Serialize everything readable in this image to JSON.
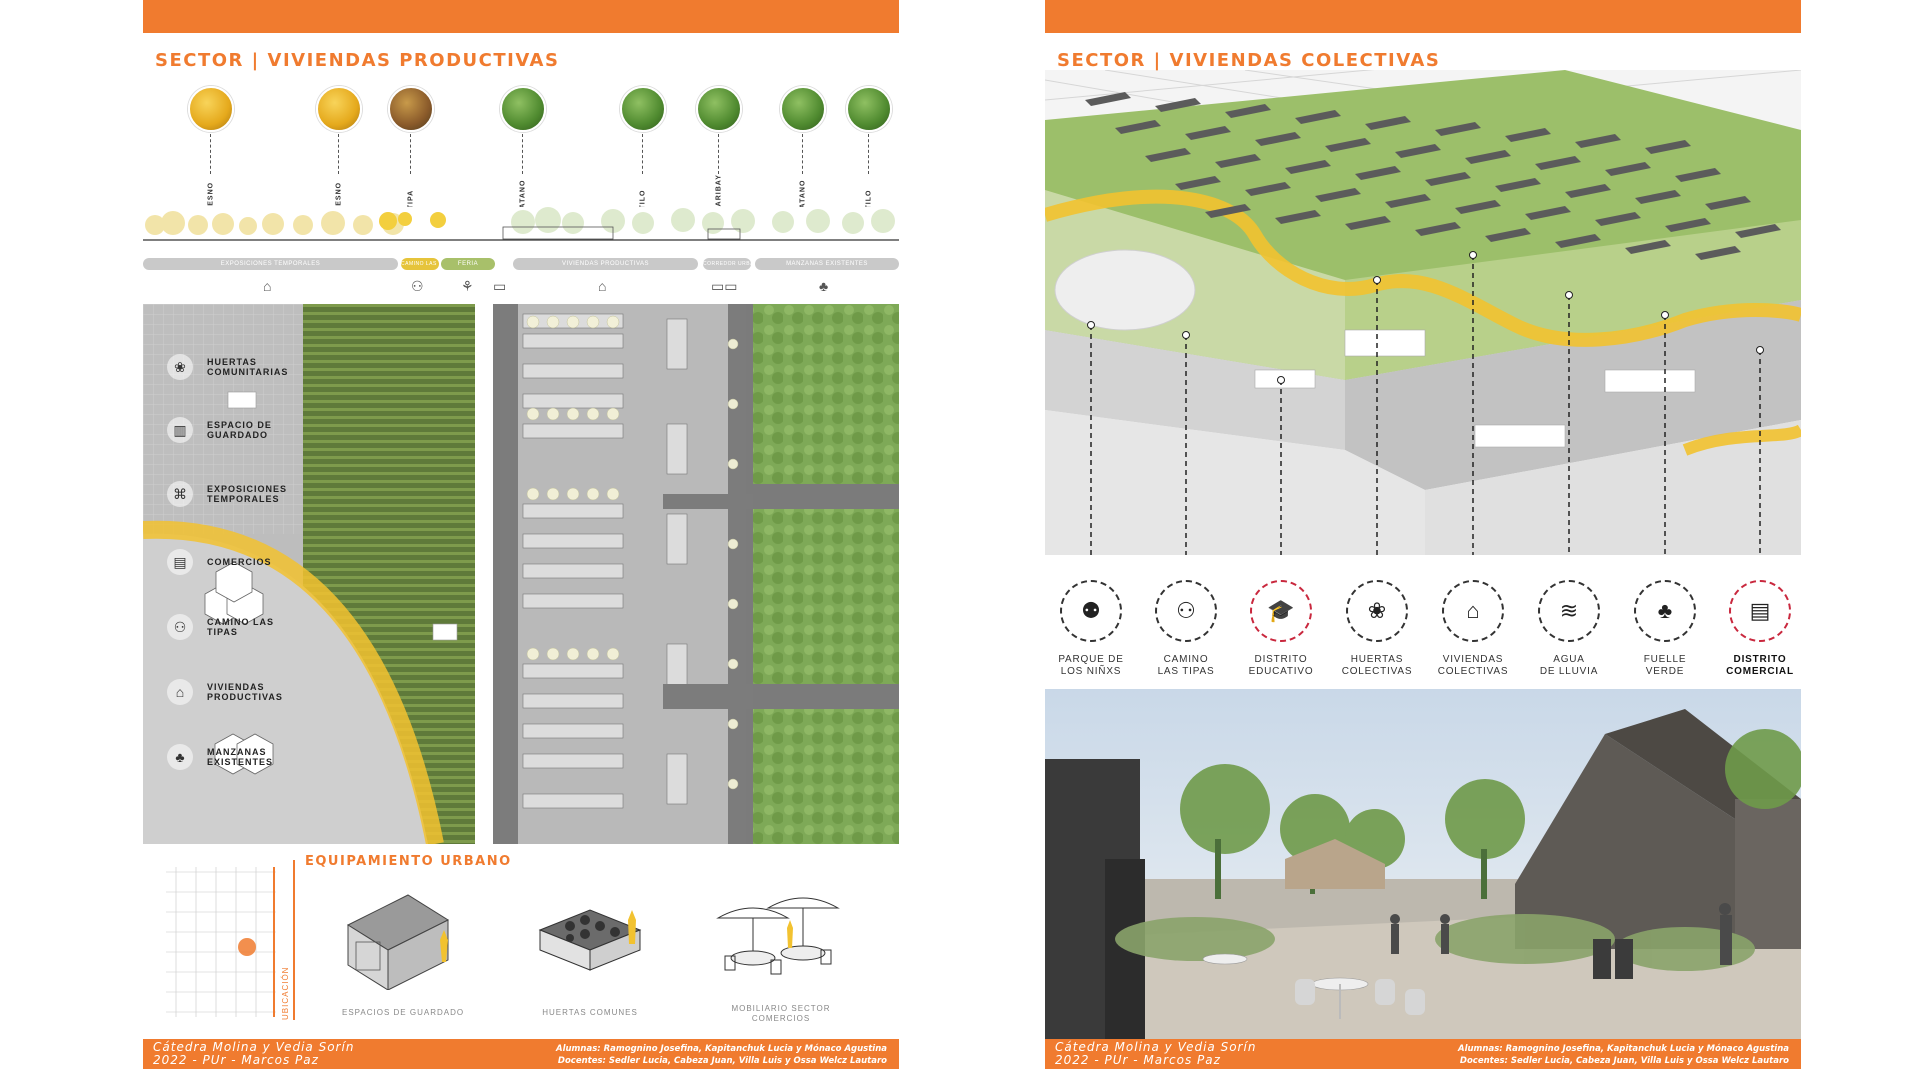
{
  "left_sheet": {
    "title": "SECTOR | VIVIENDAS PRODUCTIVAS",
    "trees": [
      {
        "name": "FRESNO",
        "color": "yellow"
      },
      {
        "name": "FRESNO",
        "color": "yellow"
      },
      {
        "name": "TIPA",
        "color": "brown"
      },
      {
        "name": "PLATANO",
        "color": "green"
      },
      {
        "name": "TILO",
        "color": "green"
      },
      {
        "name": "AGUARIBAY",
        "color": "green"
      },
      {
        "name": "PLATANO",
        "color": "green"
      },
      {
        "name": "TILO",
        "color": "green"
      }
    ],
    "zones": {
      "exposiciones": "EXPOSICIONES TEMPORALES",
      "camino": "CAMINO LAS TIPAS",
      "feria": "FERIA",
      "viviendas": "VIVIENDAS PRODUCTIVAS",
      "corredor": "CORREDOR URBANO",
      "manzanas": "MANZANAS EXISTENTES"
    },
    "legend": [
      {
        "label": "HUERTAS COMUNITARIAS",
        "icon": "sprout-icon"
      },
      {
        "label": "ESPACIO DE GUARDADO",
        "icon": "barn-icon"
      },
      {
        "label": "EXPOSICIONES TEMPORALES",
        "icon": "easel-icon"
      },
      {
        "label": "COMERCIOS",
        "icon": "shop-icon"
      },
      {
        "label": "CAMINO LAS TIPAS",
        "icon": "people-icon"
      },
      {
        "label": "VIVIENDAS PRODUCTIVAS",
        "icon": "house-icon"
      },
      {
        "label": "MANZANAS EXISTENTES",
        "icon": "tree-icon"
      }
    ],
    "equipment_title": "EQUIPAMIENTO URBANO",
    "location_label": "UBICACIÓN",
    "equipment": [
      {
        "label": "ESPACIOS DE GUARDADO"
      },
      {
        "label": "HUERTAS COMUNES"
      },
      {
        "label": "MOBILIARIO SECTOR COMERCIOS"
      }
    ],
    "footer": {
      "line1": "Cátedra Molina y Vedia Sorín",
      "line2": "2022  -  PUr  -  Marcos  Paz",
      "students": "Alumnas: Ramognino Josefina, Kapitanchuk Lucia y Mónaco Agustina",
      "teachers": "Docentes: Sedler Lucia, Cabeza Juan, Villa Luis y Ossa Welcz Lautaro"
    }
  },
  "right_sheet": {
    "title": "SECTOR | VIVIENDAS COLECTIVAS",
    "icons": [
      {
        "line1": "PARQUE DE",
        "line2": "LOS NIÑXS",
        "icon": "children-icon",
        "highlight": false
      },
      {
        "line1": "CAMINO",
        "line2": "LAS TIPAS",
        "icon": "people-icon",
        "highlight": false
      },
      {
        "line1": "DISTRITO",
        "line2": "EDUCATIVO",
        "icon": "graduation-cap-icon",
        "highlight": true
      },
      {
        "line1": "HUERTAS",
        "line2": "COLECTIVAS",
        "icon": "sprout-icon",
        "highlight": false
      },
      {
        "line1": "VIVIENDAS",
        "line2": "COLECTIVAS",
        "icon": "house-icon",
        "highlight": false
      },
      {
        "line1": "AGUA",
        "line2": "DE LLUVIA",
        "icon": "water-icon",
        "highlight": false
      },
      {
        "line1": "FUELLE",
        "line2": "VERDE",
        "icon": "tree-icon",
        "highlight": false
      },
      {
        "line1": "DISTRITO",
        "line2": "COMERCIAL",
        "icon": "shop-icon",
        "highlight": true
      }
    ],
    "footer": {
      "line1": "Cátedra Molina y Vedia Sorín",
      "line2": "2022  -  PUr  -  Marcos  Paz",
      "students": "Alumnas: Ramognino Josefina, Kapitanchuk Lucia y Mónaco Agustina",
      "teachers": "Docentes: Sedler Lucia, Cabeza Juan, Villa Luis y Ossa Welcz Lautaro"
    }
  },
  "colors": {
    "accent": "#f07b2f",
    "highlight_ring": "#c9283e",
    "path_yellow": "#f2c230"
  }
}
